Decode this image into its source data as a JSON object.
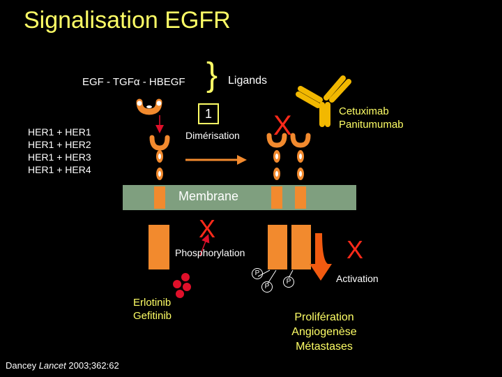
{
  "title": "Signalisation EGFR",
  "ligands": {
    "list": "EGF - TGFα - HBEGF",
    "brace": "}",
    "label": "Ligands"
  },
  "dimer": {
    "step": "1",
    "label": "Dimérisation",
    "combinations": [
      "HER1 + HER1",
      "HER1 + HER2",
      "HER1 + HER3",
      "HER1 + HER4"
    ]
  },
  "membrane": "Membrane",
  "phosphorylation": "Phosphorylation",
  "phospho_marks": [
    "P",
    "P",
    "P"
  ],
  "inhibit_mark": "X",
  "antibodies": [
    "Cetuximab",
    "Panitumumab"
  ],
  "tki": [
    "Erlotinib",
    "Gefitinib"
  ],
  "activation": "Activation",
  "outcomes": [
    "Prolifération",
    "Angiogenèse",
    "Métastases"
  ],
  "citation": {
    "author": "Dancey",
    "journal": "Lancet",
    "ref": "2003;362:62"
  },
  "colors": {
    "title": "#ffff66",
    "membrane": "#7f9f7f",
    "receptor": "#f28a2e",
    "inhibit": "#ff2a1a",
    "antibody": "#f2b800",
    "tki": "#e0102a"
  }
}
